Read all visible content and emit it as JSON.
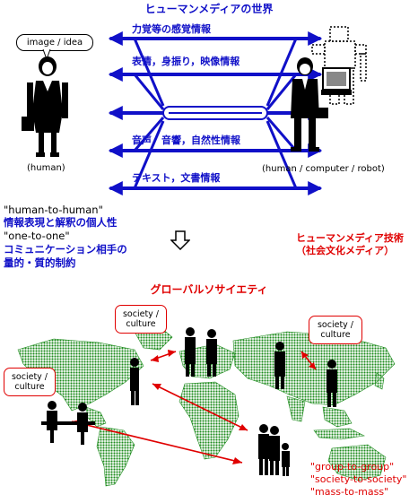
{
  "title": "ヒューマンメディアの世界",
  "top_channels": [
    "力覚等の感覚情報",
    "表情，身振り，映像情報",
    "音声，音響，自然性情報",
    "テキスト，文書情報"
  ],
  "left_bubble": "image / idea",
  "left_label": "(human)",
  "right_label": "(human / computer / robot)",
  "middle_left": [
    "\"human-to-human\"",
    "情報表現と解釈の個人性",
    "\"one-to-one\"",
    "コミュニケーション相手の",
    "量的・質的制約"
  ],
  "right_red": [
    "ヒューマンメディア技術",
    "（社会文化メディア）"
  ],
  "global_title": "グローバルソサイエティ",
  "bubbles": [
    {
      "line1": "society /",
      "line2": "culture"
    },
    {
      "line1": "society /",
      "line2": "culture"
    },
    {
      "line1": "society /",
      "line2": "culture"
    }
  ],
  "bottom_right": [
    "\"group-to-group\"",
    "\"society-to-society\"",
    "\"mass-to-mass\""
  ],
  "colors": {
    "blue": "#1010c8",
    "red": "#e00000",
    "map_green": "#1e8c1e"
  }
}
